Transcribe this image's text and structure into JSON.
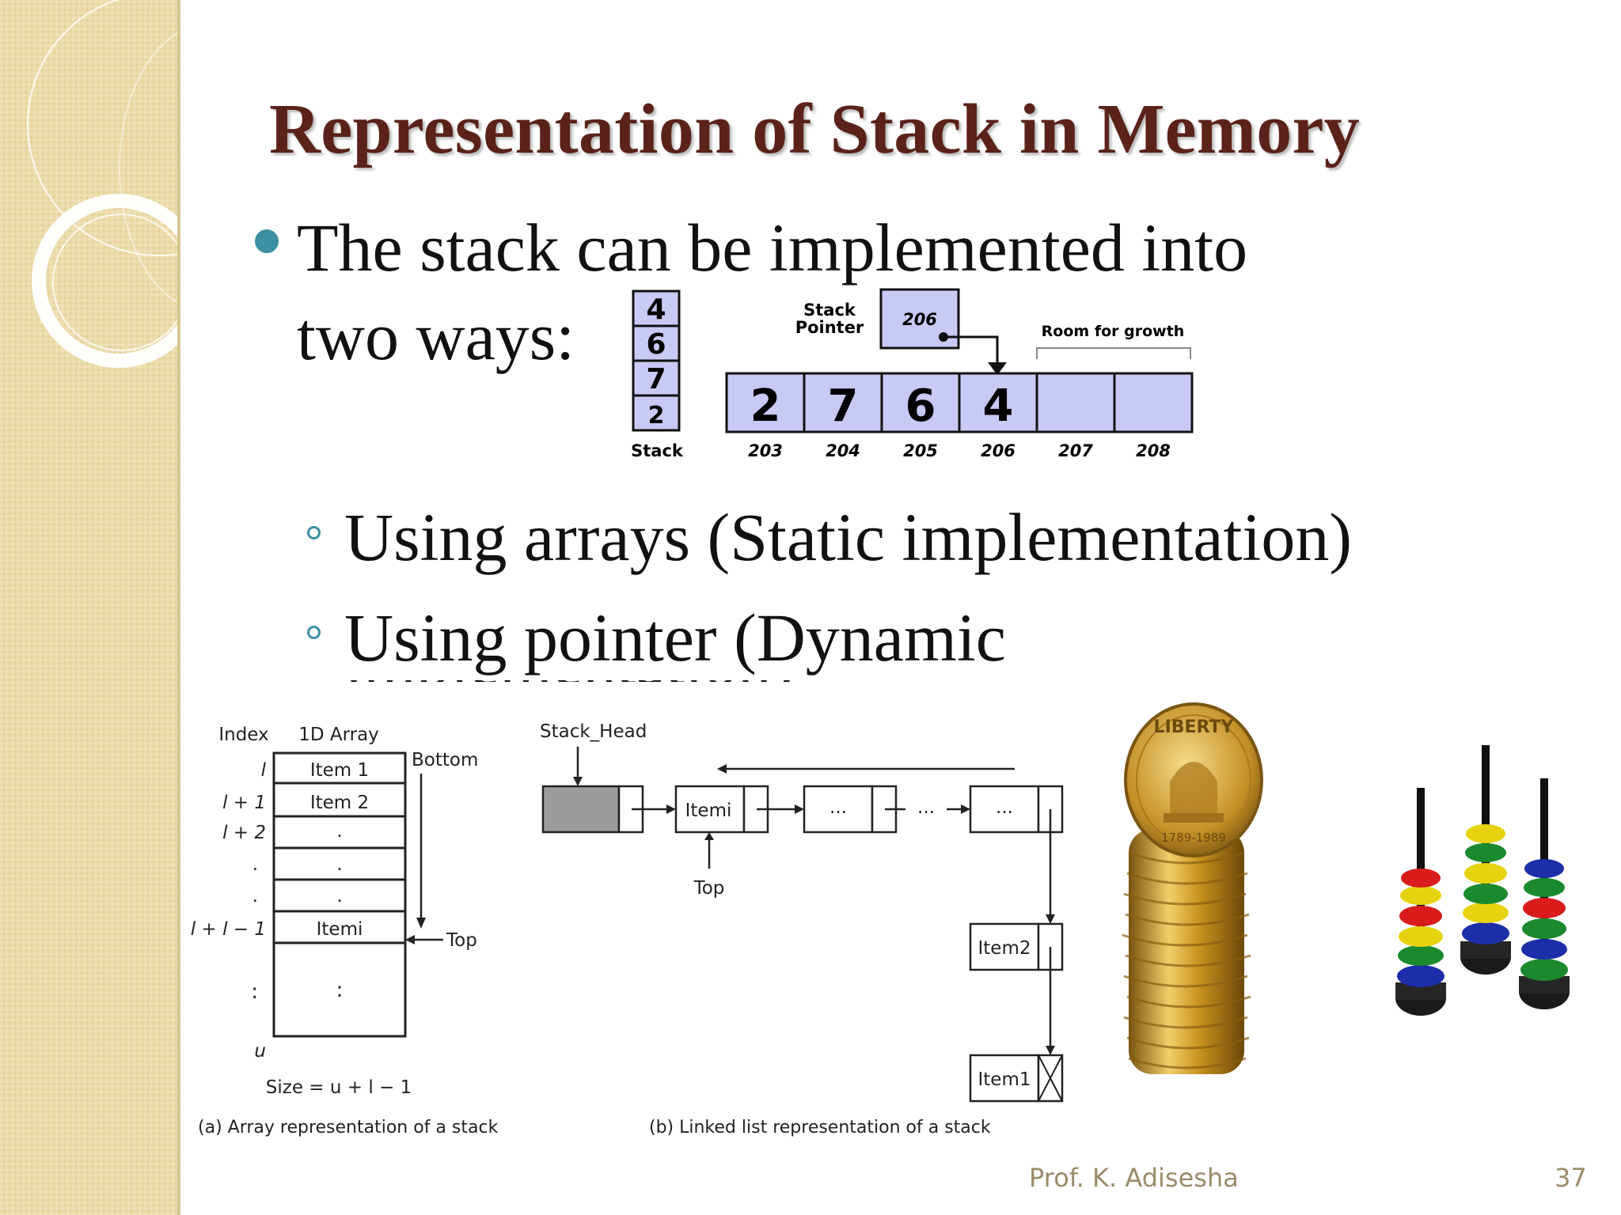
{
  "slide": {
    "title": "Representation of Stack in Memory",
    "bullet_line1": "The stack can be implemented into",
    "bullet_line2": "two ways:",
    "sub1": "Using arrays (Static implementation)",
    "sub2": "Using pointer (Dynamic",
    "sub2_cont": "implementation)",
    "footer_author": "Prof. K. Adisesha",
    "page_number": "37"
  },
  "stack_figure": {
    "vertical_stack": [
      "4",
      "6",
      "7",
      "2"
    ],
    "vertical_label": "Stack",
    "pointer_label_1": "Stack",
    "pointer_label_2": "Pointer",
    "pointer_value": "206",
    "room_label": "Room for growth",
    "cells": [
      "2",
      "7",
      "6",
      "4",
      "",
      ""
    ],
    "addresses": [
      "203",
      "204",
      "205",
      "206",
      "207",
      "208"
    ],
    "colors": {
      "cell_fill": "#c9c9f6",
      "stroke": "#111111"
    }
  },
  "array_diagram": {
    "col_index": "Index",
    "col_array": "1D Array",
    "bottom": "Bottom",
    "top": "Top",
    "index_labels": [
      "l",
      "l + 1",
      "l + 2",
      ".",
      ".",
      "l + l − 1",
      ":",
      "u"
    ],
    "cells": [
      "Item 1",
      "Item 2",
      ".",
      ".",
      ".",
      "Itemi",
      ":"
    ],
    "size_label": "Size = u + l − 1",
    "caption": "(a) Array representation of a stack"
  },
  "linked_diagram": {
    "head": "Stack_Head",
    "item_i": "Itemi",
    "ellipsis": "...",
    "top": "Top",
    "item2": "Item2",
    "item1": "Item1",
    "caption": "(b) Linked list representation of a stack"
  },
  "coins_photo": {
    "legend": "LIBERTY",
    "years": "1789-1989"
  },
  "theme": {
    "title_color": "#5a2219",
    "bullet_color": "#3d8fa3",
    "sidebar_color": "#ecdcaa",
    "footer_color": "#9b8b6a"
  }
}
